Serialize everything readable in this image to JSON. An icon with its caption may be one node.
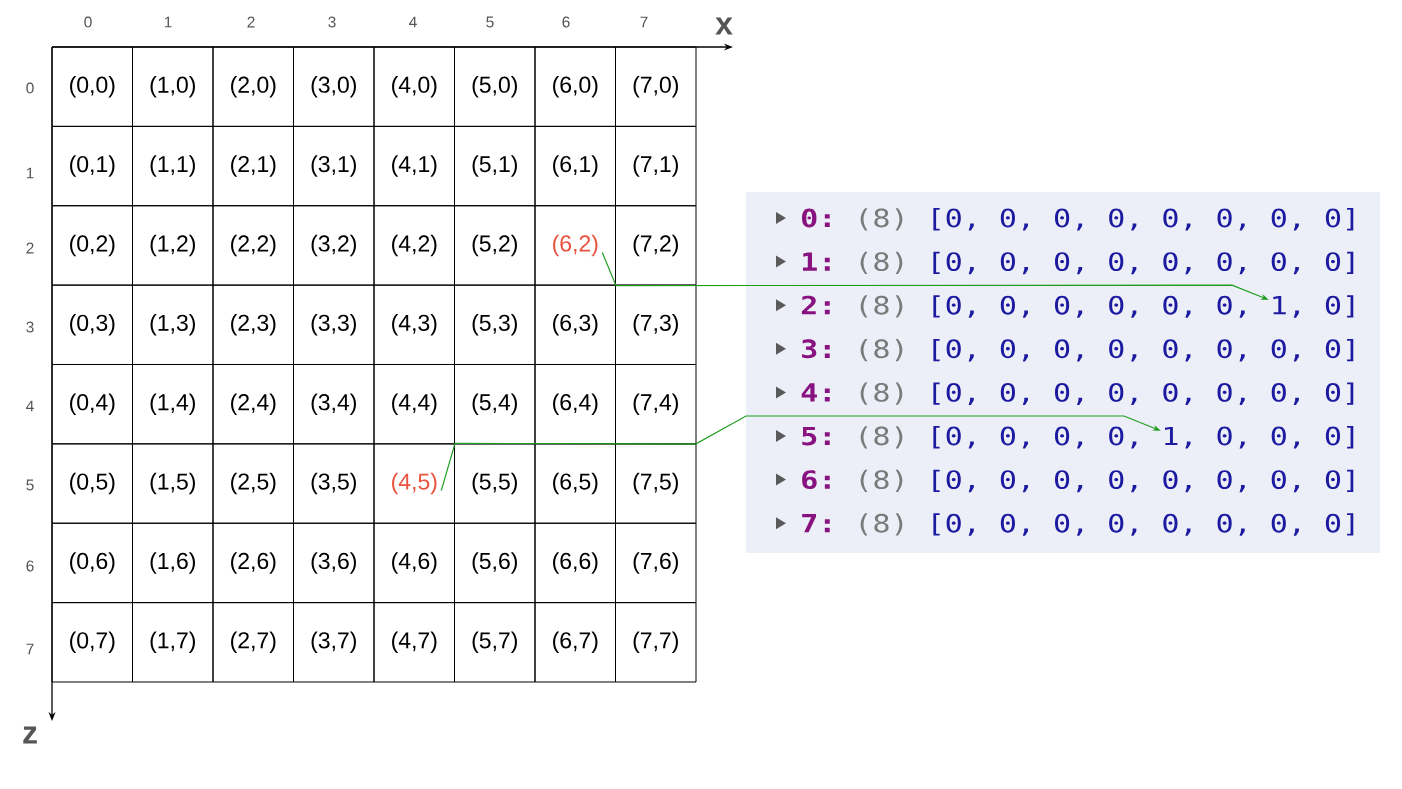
{
  "diagram": {
    "nodes": [
      {
        "text": [
          "(0,0)"
        ]
      },
      {
        "text": [
          "(1,0)"
        ]
      },
      {
        "text": [
          "(2,0)"
        ]
      },
      {
        "text": [
          "(3,0)"
        ]
      },
      {
        "text": [
          "(4,0)"
        ]
      },
      {
        "text": [
          "(5,0)"
        ]
      },
      {
        "text": [
          "(6,0)"
        ]
      },
      {
        "text": [
          "(7,0)"
        ]
      },
      {
        "text": [
          "(0,1)"
        ]
      },
      {
        "text": [
          "(1,1)"
        ]
      },
      {
        "text": [
          "(2,1)"
        ]
      },
      {
        "text": [
          "(3,1)"
        ]
      },
      {
        "text": [
          "(4,1)"
        ]
      },
      {
        "text": [
          "(5,1)"
        ]
      },
      {
        "text": [
          "(6,1)"
        ]
      },
      {
        "text": [
          "(7,1)"
        ]
      },
      {
        "text": [
          "(0,2)"
        ]
      },
      {
        "text": [
          "(1,2)"
        ]
      },
      {
        "text": [
          "(2,2)"
        ]
      },
      {
        "text": [
          "(3,2)"
        ]
      },
      {
        "text": [
          "(4,2)"
        ]
      },
      {
        "text": [
          "(5,2)"
        ]
      },
      {
        "text": [
          "(6,2)"
        ]
      },
      {
        "text": [
          "(7,2)"
        ]
      },
      {
        "text": [
          "(0,3)"
        ]
      },
      {
        "text": [
          "(1,3)"
        ]
      },
      {
        "text": [
          "(2,3)"
        ]
      },
      {
        "text": [
          "(3,3)"
        ]
      },
      {
        "text": [
          "(4,3)"
        ]
      },
      {
        "text": [
          "(5,3)"
        ]
      },
      {
        "text": [
          "(6,3)"
        ]
      },
      {
        "text": [
          "(7,3)"
        ]
      },
      {
        "text": [
          "(0,4)"
        ]
      },
      {
        "text": [
          "(1,4)"
        ]
      },
      {
        "text": [
          "(2,4)"
        ]
      },
      {
        "text": [
          "(3,4)"
        ]
      },
      {
        "text": [
          "(4,4)"
        ]
      },
      {
        "text": [
          "(5,4)"
        ]
      },
      {
        "text": [
          "(6,4)"
        ]
      },
      {
        "text": [
          "(7,4)"
        ]
      },
      {
        "text": [
          "(0,5)"
        ]
      },
      {
        "text": [
          "(1,5)"
        ]
      },
      {
        "text": [
          "(2,5)"
        ]
      },
      {
        "text": [
          "(3,5)"
        ]
      },
      {
        "text": [
          "(4,5)"
        ]
      },
      {
        "text": [
          "(5,5)"
        ]
      },
      {
        "text": [
          "(6,5)"
        ]
      },
      {
        "text": [
          "(7,5)"
        ]
      },
      {
        "text": [
          "(0,6)"
        ]
      },
      {
        "text": [
          "(1,6)"
        ]
      },
      {
        "text": [
          "(2,6)"
        ]
      },
      {
        "text": [
          "(3,6)"
        ]
      },
      {
        "text": [
          "(4,6)"
        ]
      },
      {
        "text": [
          "(5,6)"
        ]
      },
      {
        "text": [
          "(6,6)"
        ]
      },
      {
        "text": [
          "(7,6)"
        ]
      },
      {
        "text": [
          "(0,7)"
        ]
      },
      {
        "text": [
          "(1,7)"
        ]
      },
      {
        "text": [
          "(2,7)"
        ]
      },
      {
        "text": [
          "(3,7)"
        ]
      },
      {
        "text": [
          "(4,7)"
        ]
      },
      {
        "text": [
          "(5,7)"
        ]
      },
      {
        "text": [
          "(6,7)"
        ]
      },
      {
        "text": [
          "(7,7)"
        ]
      },
      {
        "text": [
          "0:",
          "(8)",
          "[0, 0, 0, 0, 0, 0, 0, 0]",
          "1:",
          "(8)",
          "[0, 0, 0, 0, 0, 0, 0, 0]",
          "2:",
          "(8)",
          "[0, 0, 0, 0, 0, 0, 1, 0]",
          "3:",
          "(8)",
          "[0, 0, 0, 0, 0, 0, 0, 0]",
          "4:",
          "(8)",
          "[0, 0, 0, 0, 0, 0, 0, 0]",
          "5:",
          "(8)",
          "[0, 0, 0, 0, 1, 0, 0, 0]",
          "6:",
          "(8)",
          "[0, 0, 0, 0, 0, 0, 0, 0]",
          "7:",
          "(8)",
          "[0, 0, 0, 0, 0, 0, 0, 0]"
        ]
      }
    ],
    "edges": [
      {
        "from": 22,
        "to": 64,
        "arrow": "to"
      },
      {
        "from": 44,
        "to": 64,
        "arrow": "to"
      }
    ],
    "labels": [
      "0",
      "1",
      "2",
      "3",
      "4",
      "5",
      "6",
      "7",
      "x",
      "0",
      "1",
      "2",
      "3",
      "4",
      "5",
      "6",
      "7",
      "z"
    ]
  }
}
